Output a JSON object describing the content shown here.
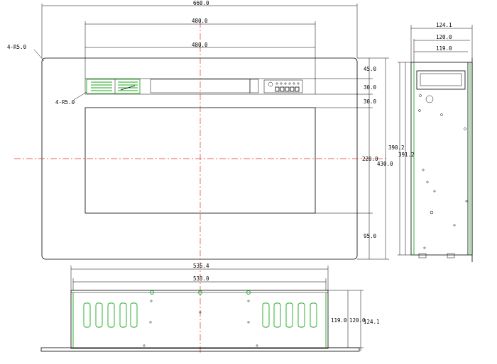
{
  "dimensions": {
    "front_width": "660.0",
    "opening_width_top": "480.0",
    "opening_width_mid": "480.0",
    "radius_outer": "4-R5.0",
    "radius_inner": "4-R5.0",
    "right_45": "45.0",
    "right_30a": "30.0",
    "right_30b": "30.0",
    "right_220": "220.0",
    "right_95": "95.0",
    "overall_height": "430.0",
    "side_width_124": "124.1",
    "side_width_120": "120.0",
    "side_width_119": "119.0",
    "side_height_390": "390.2",
    "side_height_391": "391.2",
    "bottom_width_535": "535.4",
    "bottom_width_533": "533.0",
    "bottom_119": "119.0",
    "bottom_120": "120.0",
    "bottom_124": "124.1"
  },
  "colors": {
    "outline": "#000000",
    "green_detail": "#1aa81a",
    "centerline": "#e23030"
  }
}
